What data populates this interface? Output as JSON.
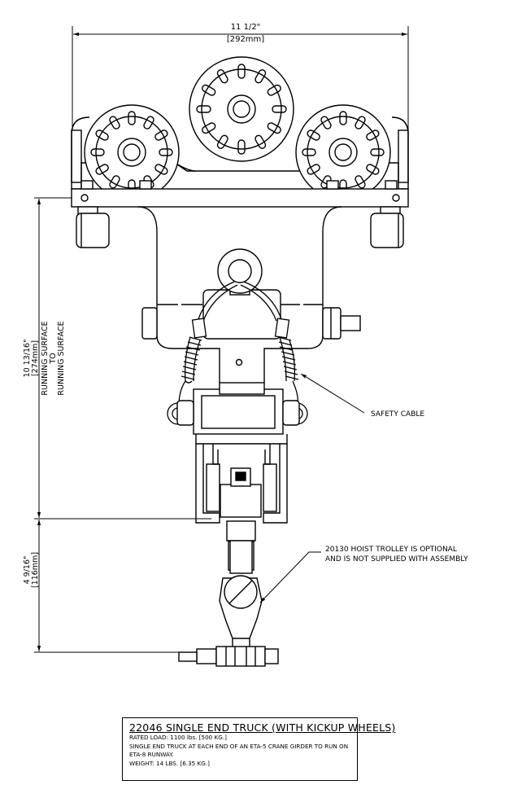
{
  "dimensions": {
    "overall_width": {
      "imperial": "11 1/2\"",
      "metric": "[292mm]"
    },
    "running_surface": {
      "imperial": "10 13/16\"",
      "metric": "[274mm]",
      "line1": "RUNNING SURFACE",
      "line2": "TO",
      "line3": "RUNNING SURFACE"
    },
    "lower": {
      "imperial": "4 9/16\"",
      "metric": "[116mm]"
    }
  },
  "callouts": {
    "safety_cable": "SAFETY CABLE",
    "hoist_trolley_line1": "20130 HOIST TROLLEY IS OPTIONAL",
    "hoist_trolley_line2": "AND IS NOT SUPPLIED WITH ASSEMBLY"
  },
  "title_block": {
    "title": "22046 SINGLE END TRUCK (WITH KICKUP WHEELS)",
    "rated_load": "RATED LOAD: 1100 lbs. [500 KG.]",
    "description_line1": "SINGLE END TRUCK AT EACH END OF AN ETA-5 CRANE GIRDER TO RUN ON",
    "description_line2": "ETA-8 RUNWAY.",
    "weight": "WEIGHT: 14 LBS. [6.35 KG.]"
  }
}
